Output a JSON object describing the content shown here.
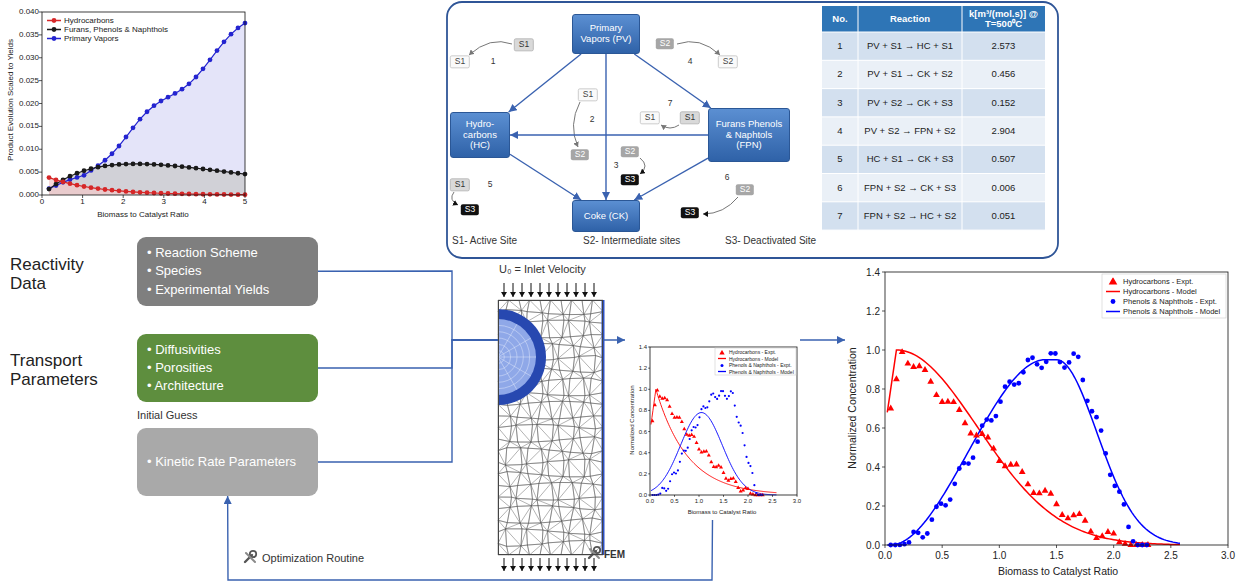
{
  "diagram": {
    "nodes": [
      {
        "text": [
          "Product Evolution Scaled to Yields",
          "Biomass to Catalyst Ratio"
        ]
      },
      {
        "text": [
          "Primary Vapors (PV)"
        ]
      },
      {
        "text": [
          "Hydro-carbons (HC)"
        ]
      },
      {
        "text": [
          "Furans Phenols & Naphtols (FPN)"
        ]
      },
      {
        "text": [
          "Coke (CK)"
        ]
      },
      {
        "text": [
          "• Reaction Scheme",
          "• Species",
          "• Experimental Yields"
        ]
      },
      {
        "text": [
          "• Diffusivities",
          "• Porosities",
          "• Architecture"
        ]
      },
      {
        "text": [
          "Initial Guess",
          "• Kinetic Rate Parameters"
        ]
      },
      {
        "text": [
          "U₀ = Inlet Velocity"
        ]
      },
      {
        "text": [
          "Biomass to Catalyst Ratio",
          "Normalized Concentration"
        ]
      },
      {
        "text": [
          "Biomass to Catalyst Ratio",
          "Normalized Concentration"
        ]
      }
    ],
    "edges": [
      {
        "from": 1,
        "to": 2,
        "arrow": "to"
      },
      {
        "from": 1,
        "to": 4,
        "arrow": "to"
      },
      {
        "from": 1,
        "to": 3,
        "arrow": "to"
      },
      {
        "from": 2,
        "to": 4,
        "arrow": "to"
      },
      {
        "from": 3,
        "to": 4,
        "arrow": "to"
      },
      {
        "from": 3,
        "to": 2,
        "arrow": "to"
      },
      {
        "from": 5,
        "to": 8,
        "arrow": "none"
      },
      {
        "from": 6,
        "to": 8,
        "arrow": "none"
      },
      {
        "from": 7,
        "to": 8,
        "arrow": "none"
      },
      {
        "from": 8,
        "to": 9,
        "arrow": "to"
      },
      {
        "from": 9,
        "to": 10,
        "arrow": "to"
      },
      {
        "from": 9,
        "to": 7,
        "arrow": "to",
        "label": "Optimization Routine"
      }
    ],
    "labels": [
      "Reactivity Data",
      "Transport Parameters",
      "S1",
      "S1",
      "S1",
      "S2",
      "S2",
      "S3",
      "S2",
      "S2",
      "S1",
      "S3",
      "S2",
      "S3",
      "S1",
      "S1",
      "1",
      "2",
      "3",
      "4",
      "5",
      "6",
      "7",
      "S1- Active Site",
      "S2- Intermediate sites",
      "S3- Deactivated Site",
      "No.",
      "Reaction",
      "k[m³/(mol.s)] @ T=500⁰C",
      "1",
      "PV + S1 → HC + S1",
      "2.573",
      "2",
      "PV + S1 → CK + S2",
      "0.456",
      "3",
      "PV + S2 → CK + S3",
      "0.152",
      "4",
      "PV + S2 → FPN + S2",
      "2.904",
      "5",
      "HC + S1 → CK + S3",
      "0.507",
      "6",
      "FPN + S2 → CK + S3",
      "0.006",
      "7",
      "FPN + S2 → HC + S2",
      "0.051",
      "0.000",
      "0.005",
      "0.010",
      "0.015",
      "0.020",
      "0.025",
      "0.030",
      "0.035",
      "0.040",
      "0",
      "1",
      "2",
      "3",
      "4",
      "5",
      "0.0",
      "0.2",
      "0.4",
      "0.6",
      "0.8",
      "1.0",
      "1.2",
      "1.4",
      "0.0",
      "0.5",
      "1.0",
      "1.5",
      "2.0",
      "2.5",
      "3.0",
      "0.0",
      "0.2",
      "0.4",
      "0.6",
      "0.8",
      "1.0",
      "1.2",
      "1.4",
      "0.0",
      "0.5",
      "1.0",
      "1.5",
      "2.0",
      "2.5",
      "3.0",
      "FEM"
    ],
    "legend": [
      {
        "text": "Hydrocarbons",
        "color": "#d62728"
      },
      {
        "text": "Furans, Phenols & Naphthols",
        "color": "#1a1a1a"
      },
      {
        "text": "Primary Vapors",
        "color": "#2424d0"
      },
      {
        "text": "Hydrocarbons - Expt.",
        "color": "#ff0000"
      },
      {
        "text": "Hydrocarbons - Model",
        "color": "#ff0000"
      },
      {
        "text": "Phenols & Naphthols - Expt.",
        "color": "#0000ff"
      },
      {
        "text": "Phenols & Naphthols - Model",
        "color": "#0000ff"
      },
      {
        "text": "Hydrocarbons - Expt.",
        "color": "#ff0000"
      },
      {
        "text": "Hydrocarbons - Model",
        "color": "#ff0000"
      },
      {
        "text": "Phenols & Naphthols - Expt.",
        "color": "#0000ff"
      },
      {
        "text": "Phenols & Naphthols - Model",
        "color": "#0000ff"
      }
    ]
  }
}
